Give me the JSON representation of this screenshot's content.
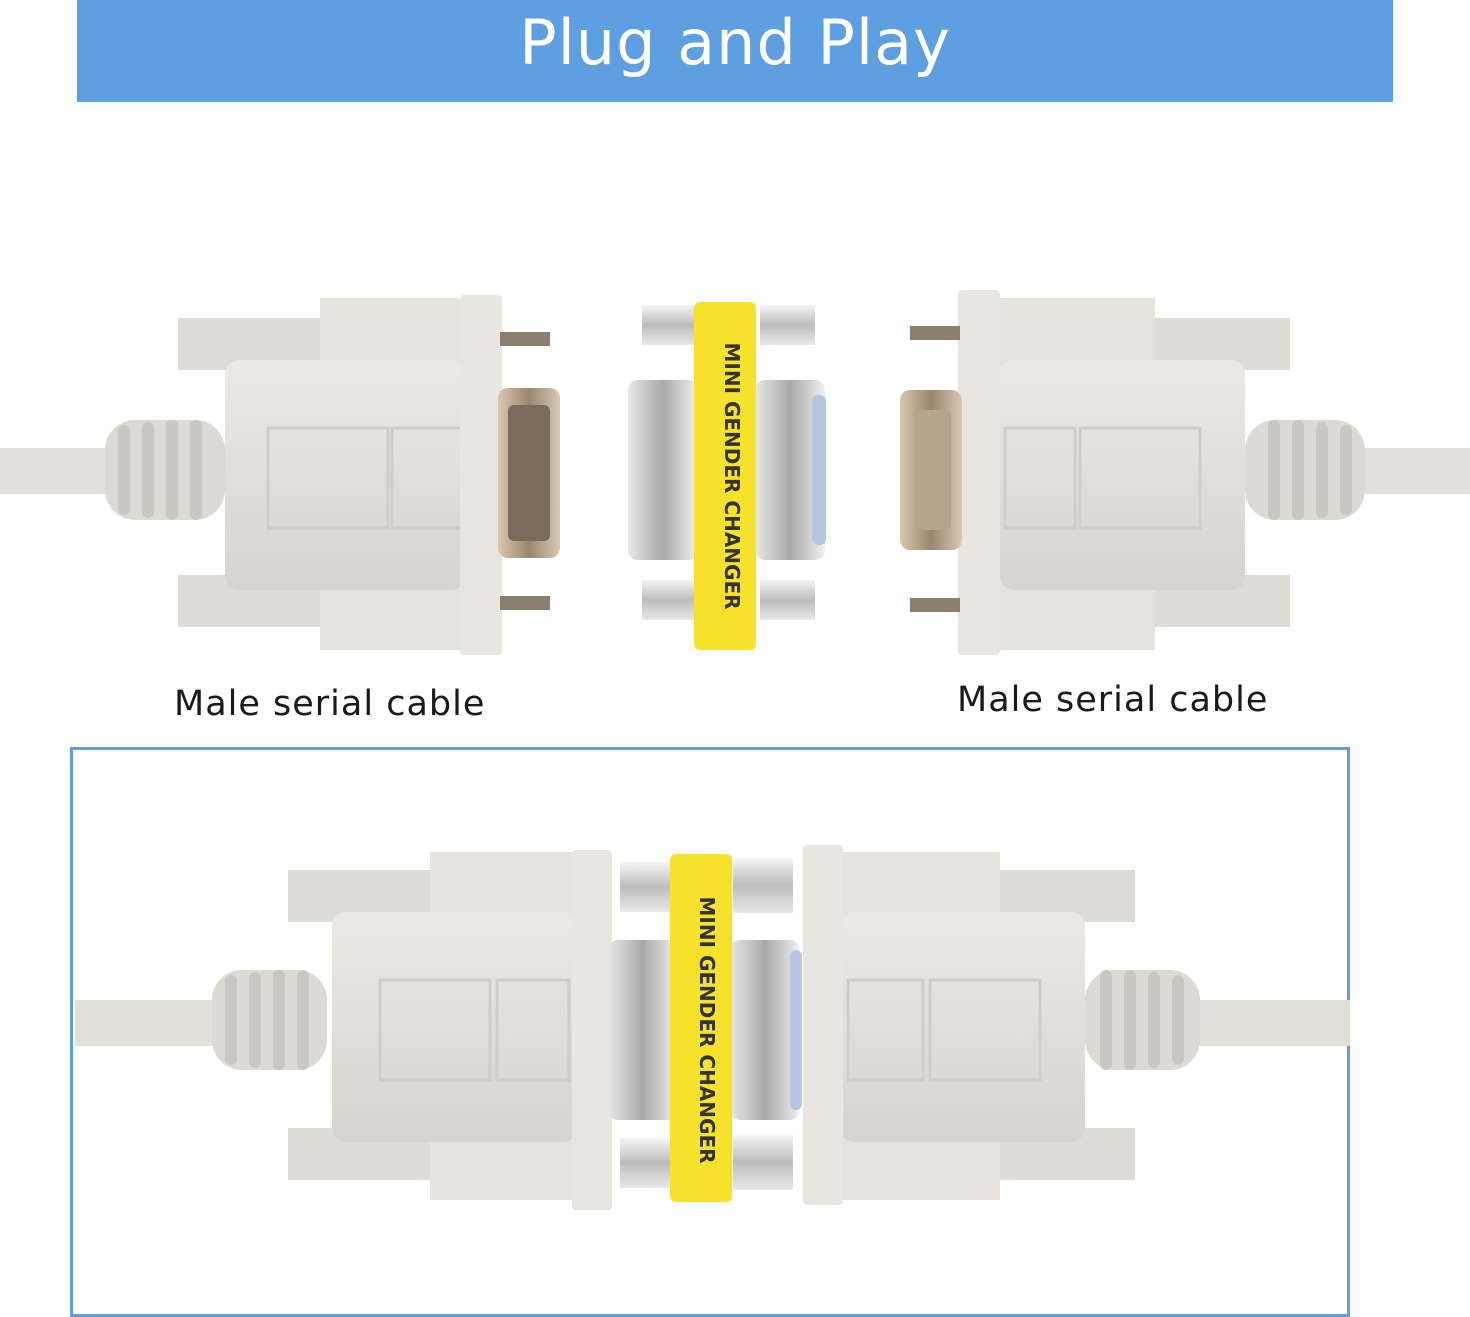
{
  "banner": {
    "title": "Plug and Play"
  },
  "top_scene": {
    "caption_left": "Male serial cable",
    "caption_right": "Male serial cable",
    "adapter_label": "MINI GENDER CHANGER"
  },
  "bottom_scene": {
    "adapter_label": "MINI GENDER CHANGER"
  },
  "colors": {
    "banner_blue": "#5d9fe0",
    "connector_beige": "#e3e1da",
    "adapter_yellow": "#f6e22a",
    "frame_blue": "#5d9fe0"
  }
}
